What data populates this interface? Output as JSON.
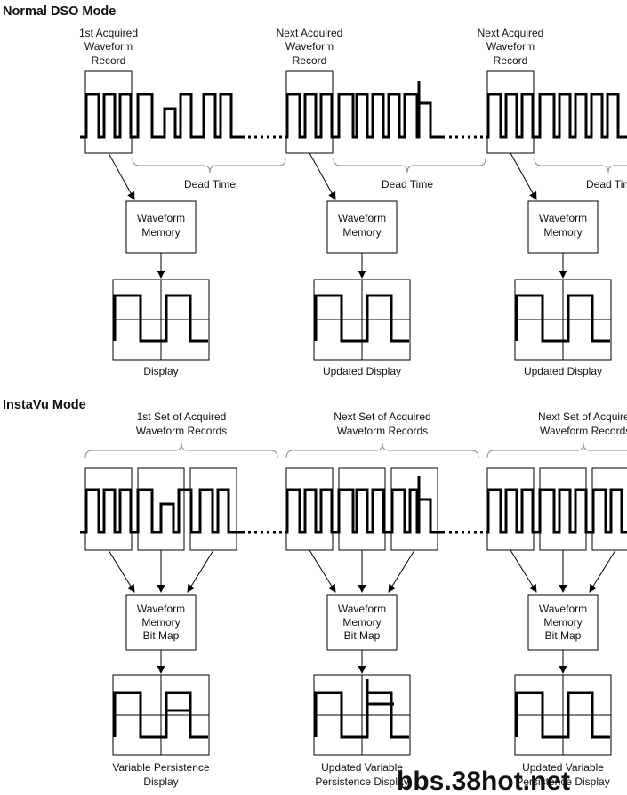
{
  "normal": {
    "heading": "Normal DSO Mode",
    "record_labels": [
      [
        "1st Acquired",
        "Waveform",
        "Record"
      ],
      [
        "Next Acquired",
        "Waveform",
        "Record"
      ],
      [
        "Next Acquired",
        "Waveform",
        "Record"
      ]
    ],
    "dead_time": [
      "Dead Time",
      "Dead Time",
      "Dead Time"
    ],
    "memory_label": [
      "Waveform",
      "Memory"
    ],
    "display_labels": [
      "Display",
      "Updated Display",
      "Updated Display"
    ]
  },
  "instavu": {
    "heading": "InstaVu Mode",
    "set_labels": [
      [
        "1st Set of Acquired",
        "Waveform Records"
      ],
      [
        "Next Set of Acquired",
        "Waveform Records"
      ],
      [
        "Next Set of Acquired",
        "Waveform Records"
      ]
    ],
    "memory_label": [
      "Waveform",
      "Memory",
      "Bit Map"
    ],
    "display_labels": [
      [
        "Variable Persistence",
        "Display"
      ],
      [
        "Updated Variable",
        "Persistence Display"
      ],
      [
        "Updated Variable",
        "Persistence Display"
      ]
    ]
  },
  "watermark": "bbs.38hot.net"
}
